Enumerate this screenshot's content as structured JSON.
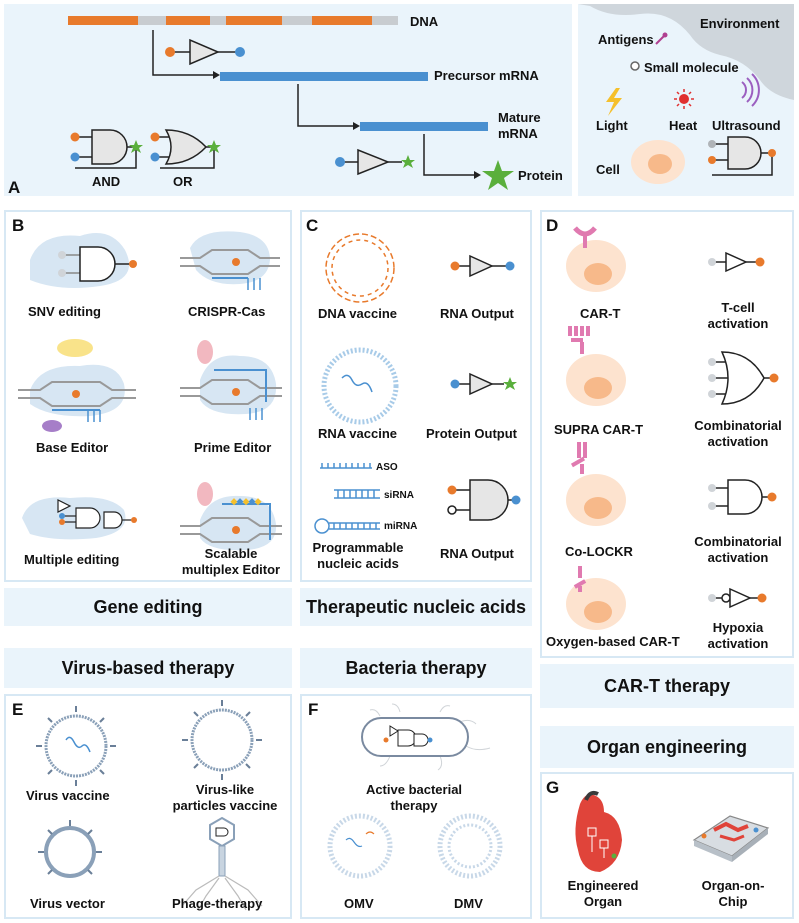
{
  "panel_a": {
    "letter": "A",
    "dna": "DNA",
    "precursor_mrna": "Precursor mRNA",
    "mature_mrna": "Mature\nmRNA",
    "protein": "Protein",
    "and": "AND",
    "or": "OR",
    "environment": "Environment",
    "antigens": "Antigens",
    "small_molecule": "Small molecule",
    "light": "Light",
    "heat": "Heat",
    "ultrasound": "Ultrasound",
    "cell": "Cell"
  },
  "panel_b": {
    "letter": "B",
    "snv": "SNV editing",
    "crispr": "CRISPR-Cas",
    "base": "Base Editor",
    "prime": "Prime Editor",
    "multiple": "Multiple editing",
    "scalable": "Scalable\nmultiplex Editor",
    "footer": "Gene editing"
  },
  "panel_c": {
    "letter": "C",
    "dna_vaccine": "DNA vaccine",
    "rna_output_1": "RNA Output",
    "rna_vaccine": "RNA vaccine",
    "protein_output": "Protein Output",
    "aso": "ASO",
    "sirna": "siRNA",
    "mirna": "miRNA",
    "programmable": "Programmable\nnucleic acids",
    "rna_output_2": "RNA Output",
    "footer": "Therapeutic nucleic acids"
  },
  "panel_d": {
    "letter": "D",
    "cart": "CAR-T",
    "tcell": "T-cell\nactivation",
    "supra": "SUPRA CAR-T",
    "comb1": "Combinatorial\nactivation",
    "colockr": "Co-LOCKR",
    "comb2": "Combinatorial\nactivation",
    "oxygen": "Oxygen-based CAR-T",
    "hypoxia": "Hypoxia\nactivation",
    "footer": "CAR-T therapy"
  },
  "panel_e": {
    "header": "Virus-based therapy",
    "letter": "E",
    "virus_vaccine": "Virus vaccine",
    "vlp": "Virus-like\nparticles vaccine",
    "vector": "Virus vector",
    "phage": "Phage-therapy"
  },
  "panel_f": {
    "header": "Bacteria therapy",
    "letter": "F",
    "active": "Active bacterial\ntherapy",
    "omv": "OMV",
    "dmv": "DMV"
  },
  "panel_g": {
    "header": "Organ engineering",
    "letter": "G",
    "engineered": "Engineered\nOrgan",
    "chip": "Organ-on-\nChip"
  },
  "colors": {
    "orange": "#e87a2c",
    "blue": "#4a90d0",
    "green": "#5aaf3c",
    "pink": "#e07ab0",
    "cell_light": "#fde3cf",
    "cell_nucleus": "#f7b98a",
    "panel_bg": "#eaf4fb"
  }
}
